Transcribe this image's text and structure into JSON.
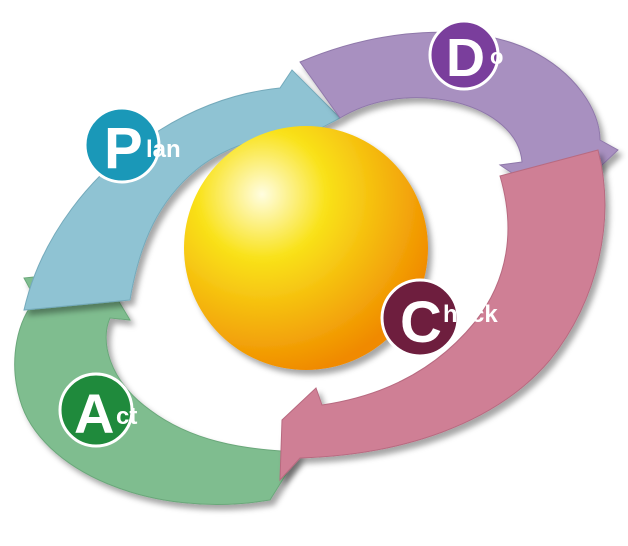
{
  "stages": [
    {
      "id": "plan",
      "initial": "P",
      "rest": "lan",
      "arrow_color": "#8fc3d3",
      "badge_color": "#1a98b8"
    },
    {
      "id": "do",
      "initial": "D",
      "rest": "o",
      "arrow_color": "#a890c0",
      "badge_color": "#7a3e9c"
    },
    {
      "id": "check",
      "initial": "C",
      "rest": "heck",
      "arrow_color": "#cf7f95",
      "badge_color": "#6e1e3e"
    },
    {
      "id": "act",
      "initial": "A",
      "rest": "ct",
      "arrow_color": "#7fbd8f",
      "badge_color": "#1f8a3c"
    }
  ],
  "center": {
    "color_light": "#fffde0",
    "color_mid": "#f9e21a",
    "color_dark": "#f08a00"
  }
}
